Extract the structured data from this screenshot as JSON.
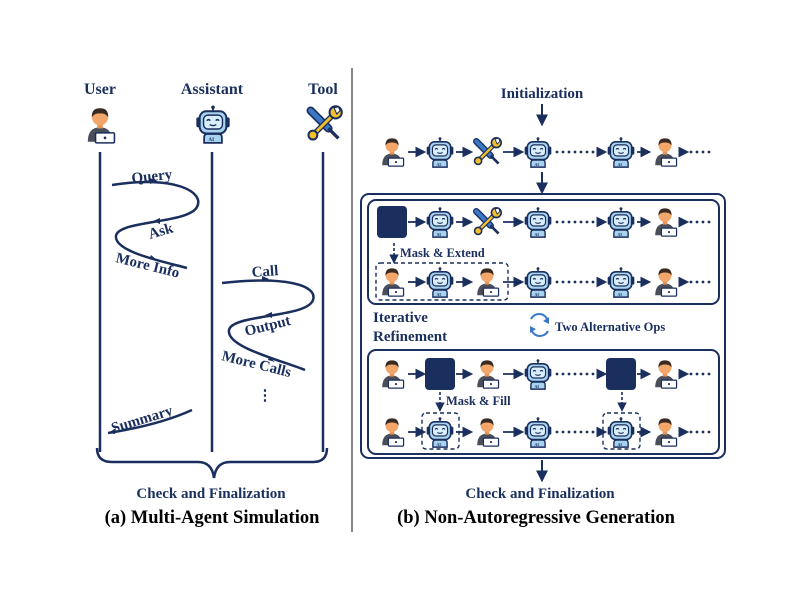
{
  "colors": {
    "navy": "#1b2f5e",
    "robot": "#a8d3ef",
    "skin": "#f2a66a",
    "hair": "#3a2a22",
    "shirt": "#4a4e58",
    "tool_blue": "#3b78c6",
    "tool_yellow": "#f3c02a"
  },
  "panel_a": {
    "headers": {
      "user": "User",
      "assistant": "Assistant",
      "tool": "Tool"
    },
    "labels": {
      "query": "Query",
      "ask": "Ask",
      "more_info": "More Info",
      "call": "Call",
      "output": "Output",
      "more_calls": "More Calls",
      "dots": "⋮",
      "summary": "Summary"
    },
    "footer": "Check and Finalization",
    "caption": "(a) Multi-Agent Simulation"
  },
  "panel_b": {
    "init": "Initialization",
    "mask_extend": "Mask & Extend",
    "iterative_line1": "Iterative",
    "iterative_line2": "Refinement",
    "alt_ops": "Two Alternative Ops",
    "mask_fill": "Mask & Fill",
    "footer": "Check and Finalization",
    "caption": "(b) Non-Autoregressive Generation",
    "rows": [
      [
        "user-icon",
        "robot-icon",
        "tool-icon",
        "robot-icon",
        "dots",
        "robot-icon",
        "user-icon",
        "dots"
      ],
      [
        "mask-block",
        "robot-icon",
        "tool-icon",
        "robot-icon",
        "dots",
        "robot-icon",
        "user-icon",
        "dots"
      ],
      [
        "user-icon",
        "robot-icon",
        "user-icon",
        "robot-icon",
        "dots",
        "robot-icon",
        "user-icon",
        "dots"
      ],
      [
        "user-icon",
        "mask-block",
        "user-icon",
        "robot-icon",
        "dots",
        "mask-block",
        "user-icon",
        "dots"
      ],
      [
        "user-icon",
        "robot-icon",
        "user-icon",
        "robot-icon",
        "dots",
        "robot-icon",
        "user-icon",
        "dots"
      ]
    ]
  }
}
